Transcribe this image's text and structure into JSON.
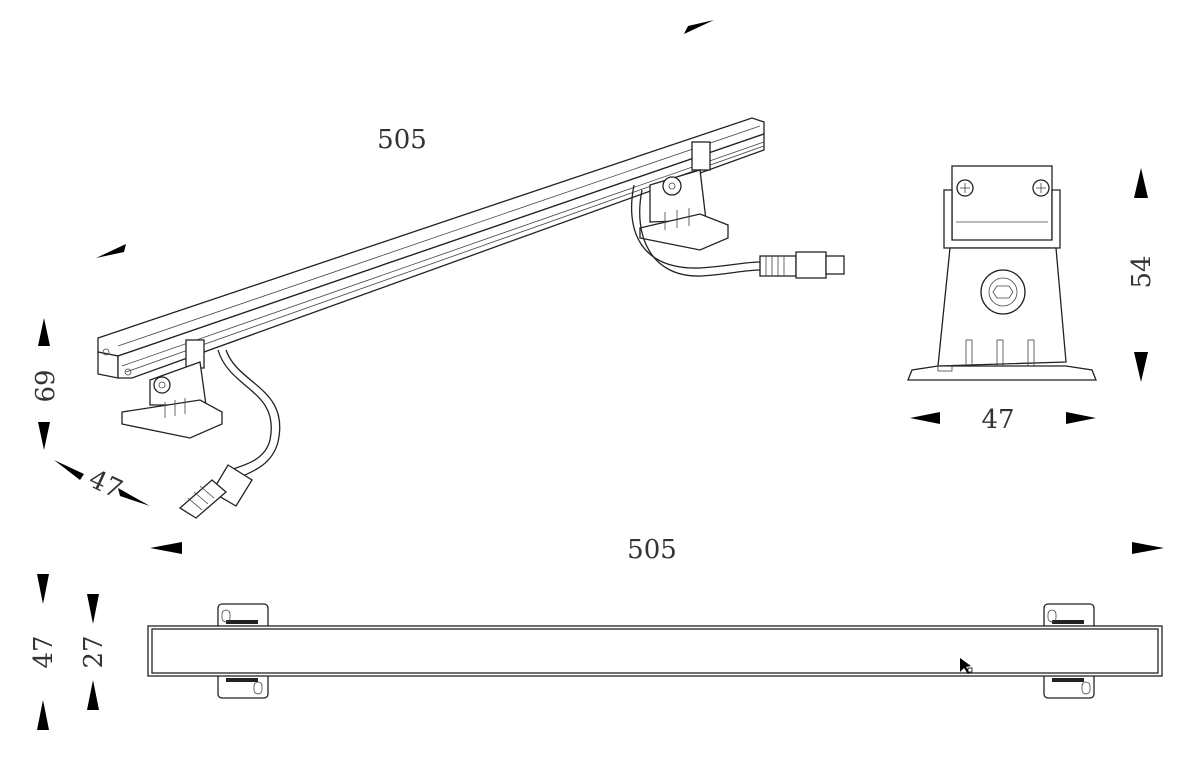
{
  "drawing": {
    "iso_view": {
      "length_label": "505",
      "height_label": "69",
      "depth_label": "47"
    },
    "end_view": {
      "height_label": "54",
      "width_label": "47"
    },
    "top_view": {
      "length_label": "505",
      "outer_width_label": "47",
      "body_width_label": "27"
    }
  },
  "colors": {
    "line": "#222222",
    "arrow": "#000000",
    "background": "#ffffff"
  }
}
